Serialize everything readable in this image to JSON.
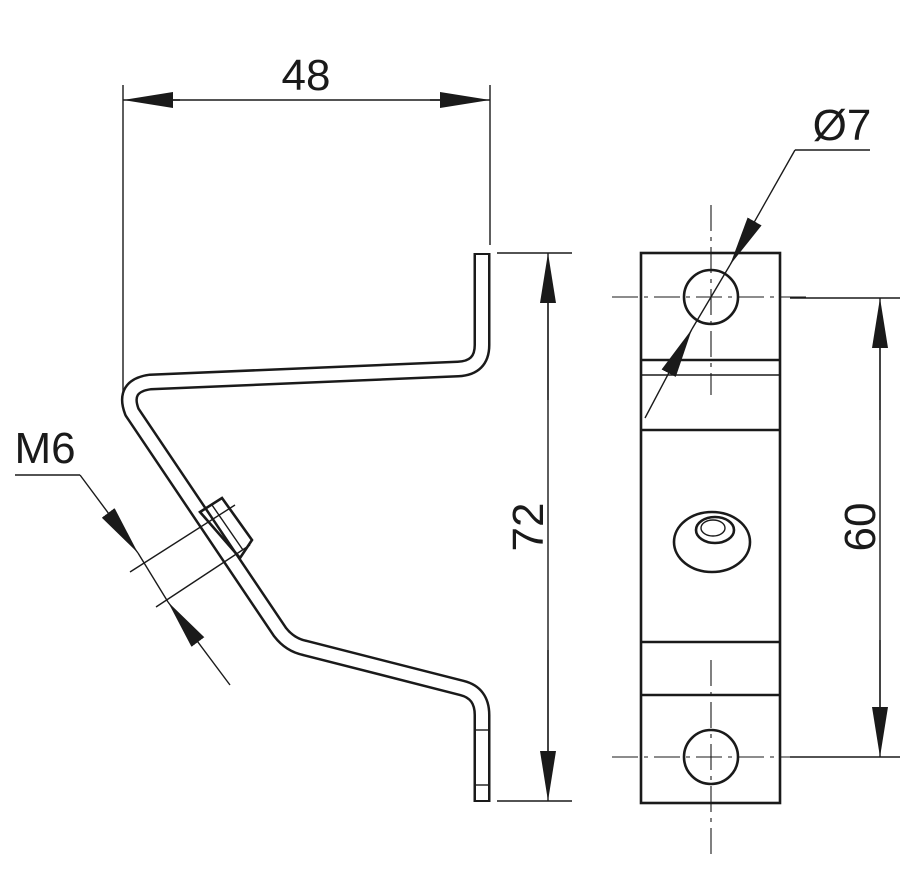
{
  "dimensions": {
    "width": "48",
    "hole_diameter": "Ø7",
    "thread": "M6",
    "height": "72",
    "hole_spacing": "60"
  },
  "colors": {
    "line": "#1a1a1a",
    "background": "#ffffff"
  }
}
